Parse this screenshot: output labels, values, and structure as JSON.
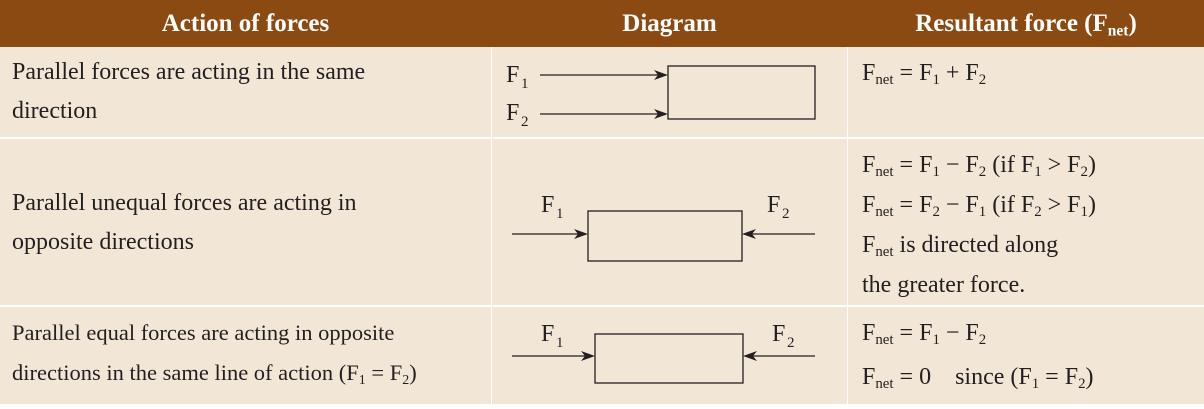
{
  "header": {
    "col1": "Action of forces",
    "col2": "Diagram",
    "col3_main": "Resultant force (F",
    "col3_sub": "net",
    "col3_close": ")"
  },
  "symbols": {
    "F": "F",
    "net": "net",
    "one": "1",
    "two": "2"
  },
  "rows": [
    {
      "action_line1": "Parallel forces are acting in the same",
      "action_line2": "direction",
      "result_line1": "F<sub>net</sub> = F<sub>1</sub> + F<sub>2</sub>"
    },
    {
      "action_line1": "Parallel unequal forces are acting in",
      "action_line2": "opposite directions",
      "result_line1": "F<sub>net</sub> = F<sub>1</sub> − F<sub>2</sub> (if F<sub>1</sub> > F<sub>2</sub>)",
      "result_line2": "F<sub>net</sub> = F<sub>2</sub> − F<sub>1</sub> (if F<sub>2</sub> > F<sub>1</sub>)",
      "result_line3": "F<sub>net</sub> is directed along",
      "result_line4": "the greater force."
    },
    {
      "action_line1": "Parallel equal forces are acting in opposite",
      "action_line2": "directions in the same line of action (F<sub>1</sub> = F<sub>2</sub>)",
      "result_line1": "F<sub>net</sub> = F<sub>1</sub> − F<sub>2</sub>",
      "result_line2": "F<sub>net</sub> = 0 &nbsp;&nbsp; since (F<sub>1</sub> = F<sub>2</sub>)"
    }
  ]
}
